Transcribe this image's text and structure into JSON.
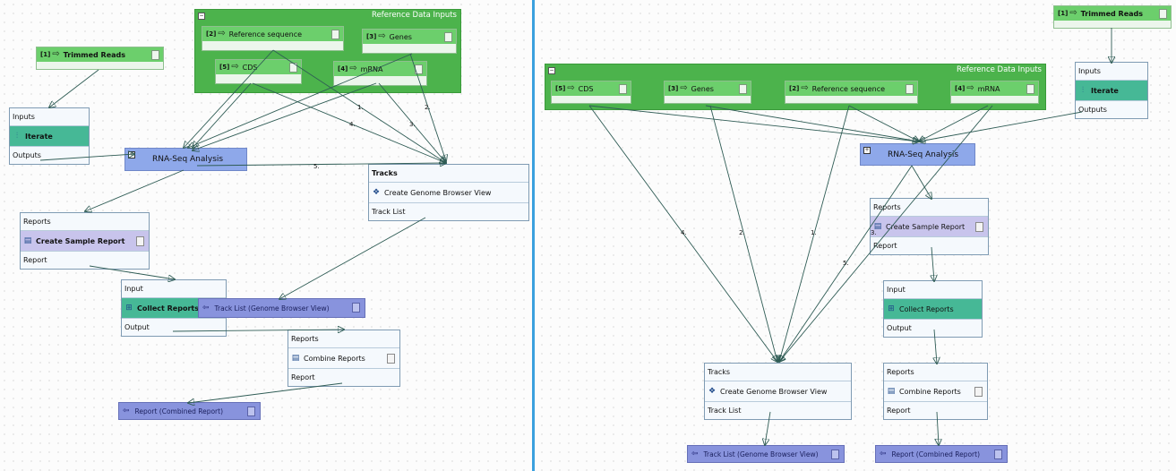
{
  "left": {
    "group_title": "Reference Data Inputs",
    "inputs": {
      "trimmed": {
        "idx": "[1]",
        "name": "Trimmed Reads"
      },
      "ref_seq": {
        "idx": "[2]",
        "name": "Reference sequence"
      },
      "genes": {
        "idx": "[3]",
        "name": "Genes"
      },
      "cds": {
        "idx": "[5]",
        "name": "CDS"
      },
      "mrna": {
        "idx": "[4]",
        "name": "mRNA"
      }
    },
    "iterate": {
      "inputs": "Inputs",
      "name": "Iterate",
      "outputs": "Outputs"
    },
    "rnaseq": {
      "name": "RNA-Seq Analysis"
    },
    "tracks": {
      "header": "Tracks",
      "name": "Create Genome Browser View",
      "footer": "Track List"
    },
    "sample_report": {
      "header": "Reports",
      "name": "Create Sample Report",
      "footer": "Report"
    },
    "collect": {
      "header": "Input",
      "name": "Collect Reports",
      "footer": "Output"
    },
    "track_list_out": {
      "name": "Track List (Genome Browser View)"
    },
    "combine": {
      "header": "Reports",
      "name": "Combine Reports",
      "footer": "Report"
    },
    "report_out": {
      "name": "Report (Combined Report)"
    },
    "edge_labels": [
      "1.",
      "2.",
      "3.",
      "4.",
      "5."
    ]
  },
  "right": {
    "group_title": "Reference Data Inputs",
    "inputs": {
      "trimmed": {
        "idx": "[1]",
        "name": "Trimmed Reads"
      },
      "cds": {
        "idx": "[5]",
        "name": "CDS"
      },
      "genes": {
        "idx": "[3]",
        "name": "Genes"
      },
      "ref_seq": {
        "idx": "[2]",
        "name": "Reference sequence"
      },
      "mrna": {
        "idx": "[4]",
        "name": "mRNA"
      }
    },
    "iterate": {
      "inputs": "Inputs",
      "name": "Iterate",
      "outputs": "Outputs"
    },
    "rnaseq": {
      "name": "RNA-Seq Analysis"
    },
    "sample_report": {
      "header": "Reports",
      "name": "Create Sample Report",
      "footer": "Report"
    },
    "collect": {
      "header": "Input",
      "name": "Collect Reports",
      "footer": "Output"
    },
    "tracks": {
      "header": "Tracks",
      "name": "Create Genome Browser View",
      "footer": "Track List"
    },
    "combine": {
      "header": "Reports",
      "name": "Combine Reports",
      "footer": "Report"
    },
    "track_list_out": {
      "name": "Track List (Genome Browser View)"
    },
    "report_out": {
      "name": "Report (Combined Report)"
    },
    "edge_labels": [
      "1.",
      "2.",
      "3.",
      "4.",
      "5."
    ]
  },
  "colors": {
    "group": "#4cb34c",
    "input_node": "#6ccf6c",
    "iterate": "#46b896",
    "loop": "#8ea8ea",
    "output": "#8893dd",
    "sample_report": "#c8c4ec",
    "divider": "#3aa0de",
    "edge": "#2f5c55"
  },
  "icons": {
    "input_arrow": "right-arrow-icon",
    "output_arrow": "left-arrow-icon",
    "document": "document-icon",
    "iterate": "iterate-icon",
    "collect": "collect-icon",
    "genome_browser": "genome-browser-icon",
    "report": "report-icon"
  }
}
